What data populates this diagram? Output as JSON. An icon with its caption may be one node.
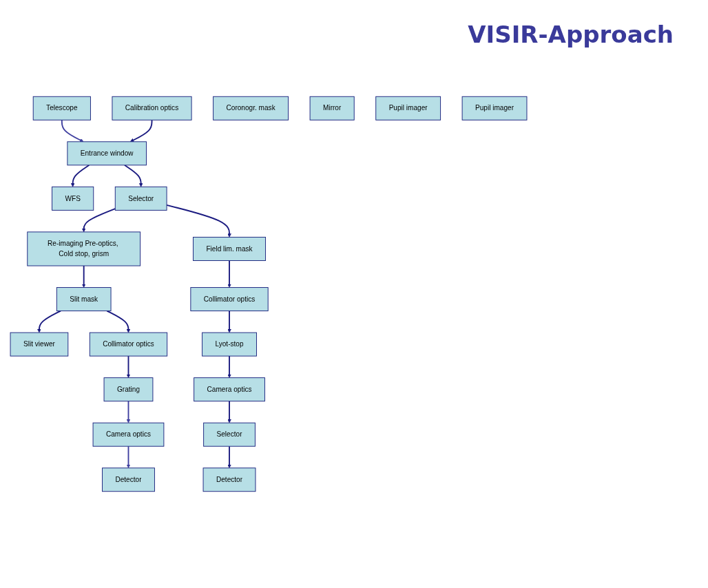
{
  "diagram": {
    "title": "VISIR-Approach",
    "nodes": [
      {
        "text": [
          "Telescope"
        ]
      },
      {
        "text": [
          "Calibration optics"
        ]
      },
      {
        "text": [
          "WFS"
        ]
      },
      {
        "text": [
          "Entrance window"
        ]
      },
      {
        "text": [
          "Re-imaging Pre-optics, Cold stop, grism"
        ]
      },
      {
        "text": [
          "Selector"
        ]
      },
      {
        "text": [
          "Slit viewer"
        ]
      },
      {
        "text": [
          "Coronogr. mask"
        ]
      },
      {
        "text": [
          "Field lim. mask"
        ]
      },
      {
        "text": [
          "Slit mask"
        ]
      },
      {
        "text": [
          "Collimator optics"
        ]
      },
      {
        "text": [
          "Collimator optics"
        ]
      },
      {
        "text": [
          "Lyot-stop"
        ]
      },
      {
        "text": [
          "Grating"
        ]
      },
      {
        "text": [
          "Mirror"
        ]
      },
      {
        "text": [
          "Pupil imager"
        ]
      },
      {
        "text": [
          "Camera optics"
        ]
      },
      {
        "text": [
          "Camera optics"
        ]
      },
      {
        "text": [
          "Pupil imager"
        ]
      },
      {
        "text": [
          "Selector"
        ]
      },
      {
        "text": [
          "Detector"
        ]
      },
      {
        "text": [
          "Detector"
        ]
      }
    ],
    "edges": [
      {
        "from": 0,
        "to": 3,
        "arrow": "to",
        "color": "#4040a0"
      },
      {
        "from": 1,
        "to": 3,
        "arrow": "to"
      },
      {
        "from": 3,
        "to": 2,
        "arrow": "to"
      },
      {
        "from": 3,
        "to": 5,
        "arrow": "to"
      },
      {
        "from": 5,
        "to": 4,
        "arrow": "to"
      },
      {
        "from": 5,
        "to": 8,
        "arrow": "to"
      },
      {
        "from": 4,
        "to": 9,
        "arrow": "to"
      },
      {
        "from": 9,
        "to": 6,
        "arrow": "to"
      },
      {
        "from": 8,
        "to": 10,
        "arrow": "to"
      },
      {
        "from": 9,
        "to": 11,
        "arrow": "to"
      },
      {
        "from": 10,
        "to": 12,
        "arrow": "to"
      },
      {
        "from": 11,
        "to": 13,
        "arrow": "to"
      },
      {
        "from": 12,
        "to": 16,
        "arrow": "to"
      },
      {
        "from": 13,
        "to": 17,
        "arrow": "to",
        "color": "#4040a0"
      },
      {
        "from": 16,
        "to": 19,
        "arrow": "to"
      },
      {
        "from": 17,
        "to": 21,
        "arrow": "to",
        "color": "#4040a0"
      },
      {
        "from": 19,
        "to": 20,
        "arrow": "to"
      }
    ]
  }
}
